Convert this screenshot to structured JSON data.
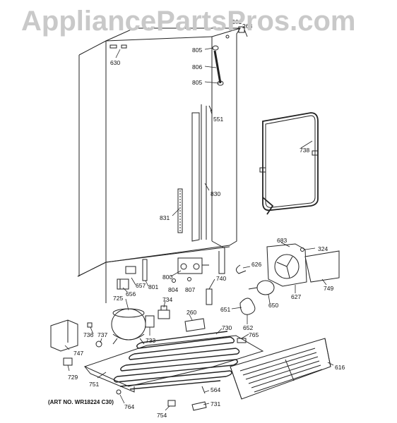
{
  "watermark": "AppliancePartsPros.com",
  "art_note": "(ART NO. WR18224 C30)",
  "labels": [
    {
      "id": "261",
      "text": "261"
    },
    {
      "id": "263",
      "text": "263"
    },
    {
      "id": "630",
      "text": "630"
    },
    {
      "id": "805a",
      "text": "805"
    },
    {
      "id": "806",
      "text": "806"
    },
    {
      "id": "805b",
      "text": "805"
    },
    {
      "id": "551",
      "text": "551"
    },
    {
      "id": "738",
      "text": "738"
    },
    {
      "id": "830",
      "text": "830"
    },
    {
      "id": "831",
      "text": "831"
    },
    {
      "id": "683",
      "text": "683"
    },
    {
      "id": "324",
      "text": "324"
    },
    {
      "id": "626",
      "text": "626"
    },
    {
      "id": "749",
      "text": "749"
    },
    {
      "id": "627",
      "text": "627"
    },
    {
      "id": "657",
      "text": "657"
    },
    {
      "id": "656",
      "text": "656"
    },
    {
      "id": "801",
      "text": "801"
    },
    {
      "id": "800",
      "text": "800"
    },
    {
      "id": "804",
      "text": "804"
    },
    {
      "id": "807",
      "text": "807"
    },
    {
      "id": "740",
      "text": "740"
    },
    {
      "id": "650",
      "text": "650"
    },
    {
      "id": "725",
      "text": "725"
    },
    {
      "id": "734",
      "text": "734"
    },
    {
      "id": "260",
      "text": "260"
    },
    {
      "id": "651",
      "text": "651"
    },
    {
      "id": "652",
      "text": "652"
    },
    {
      "id": "765",
      "text": "765"
    },
    {
      "id": "736",
      "text": "736"
    },
    {
      "id": "737",
      "text": "737"
    },
    {
      "id": "733",
      "text": "733"
    },
    {
      "id": "730",
      "text": "730"
    },
    {
      "id": "747",
      "text": "747"
    },
    {
      "id": "616",
      "text": "616"
    },
    {
      "id": "729",
      "text": "729"
    },
    {
      "id": "751",
      "text": "751"
    },
    {
      "id": "564",
      "text": "564"
    },
    {
      "id": "764",
      "text": "764"
    },
    {
      "id": "731",
      "text": "731"
    },
    {
      "id": "754",
      "text": "754"
    }
  ]
}
